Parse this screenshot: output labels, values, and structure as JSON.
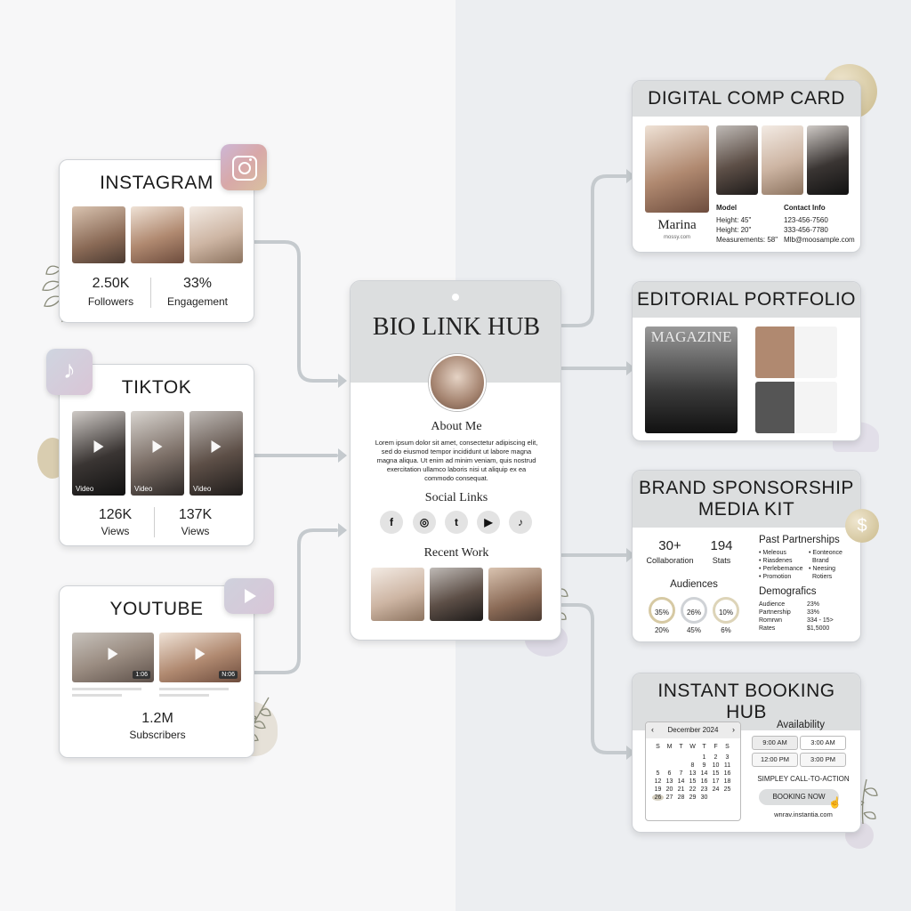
{
  "instagram": {
    "title": "INSTAGRAM",
    "stats": [
      {
        "value": "2.50K",
        "label": "Followers"
      },
      {
        "value": "33%",
        "label": "Engagement"
      }
    ]
  },
  "tiktok": {
    "title": "TIKTOK",
    "video_label": "Video",
    "stats": [
      {
        "value": "126K",
        "label": "Views"
      },
      {
        "value": "137K",
        "label": "Views"
      }
    ]
  },
  "youtube": {
    "title": "YOUTUBE",
    "durations": [
      "1:06",
      "N:06"
    ],
    "stats": [
      {
        "value": "1.2M",
        "label": "Subscribers"
      }
    ]
  },
  "hub": {
    "title": "BIO LINK HUB",
    "about_title": "About Me",
    "about_text": "Lorem ipsum dolor sit amet, consectetur adipiscing elit, sed do eiusmod tempor incididunt ut labore magna magna aliqua. Ut enim ad minim veniam, quis nostrud exercitation ullamco laboris nisi ut aliquip ex ea commodo consequat.",
    "social_title": "Social Links",
    "social_icons": [
      "f",
      "◎",
      "t",
      "▶",
      "♪"
    ],
    "recent_title": "Recent Work"
  },
  "comp_card": {
    "title": "DIGITAL COMP CARD",
    "name": "Marina",
    "site": "mossy.com",
    "model_heading": "Model",
    "model_lines": [
      "Height: 45\"",
      "Height: 20\"",
      "Measurements: 58\""
    ],
    "contact_heading": "Contact Info",
    "contact_lines": [
      "123-456-7560",
      "333-456-7780",
      "Mlb@moosample.com"
    ]
  },
  "editorial": {
    "title": "EDITORIAL PORTFOLIO",
    "magazine": "MAGAZINE"
  },
  "media_kit": {
    "title_line1": "BRAND SPONSORSHIP",
    "title_line2": "MEDIA KIT",
    "stats": [
      {
        "value": "30+",
        "label": "Collaboration"
      },
      {
        "value": "194",
        "label": "Stats"
      }
    ],
    "audiences_title": "Audiences",
    "rings": [
      {
        "pct": "35%",
        "below": "20%"
      },
      {
        "pct": "26%",
        "below": "45%"
      },
      {
        "pct": "10%",
        "below": "6%"
      }
    ],
    "partnerships_title": "Past Partnerships",
    "partnerships_left": [
      "• Meleous",
      "• Riasdenes",
      "• Perlebemance",
      "• Promotion"
    ],
    "partnerships_right": [
      "• Eonteonce",
      "Brand",
      "• Neesing",
      "Rotiers"
    ],
    "demographics_title": "Demografics",
    "demo_rows": [
      [
        "Audience",
        "23%"
      ],
      [
        "Partnership",
        "33%"
      ],
      [
        "Romrwn",
        "334 - 15>"
      ],
      [
        "Rates",
        "$1,5000"
      ]
    ]
  },
  "booking": {
    "title": "INSTANT BOOKING HUB",
    "month": "December 2024",
    "weekdays": [
      "S",
      "M",
      "T",
      "W",
      "T",
      "F",
      "S"
    ],
    "days": [
      "",
      "",
      "",
      "",
      "1",
      "2",
      "3",
      "",
      "",
      "",
      "8",
      "9",
      "10",
      "11",
      "5",
      "6",
      "7",
      "13",
      "14",
      "15",
      "16",
      "12",
      "13",
      "14",
      "15",
      "16",
      "17",
      "18",
      "19",
      "20",
      "21",
      "22",
      "23",
      "24",
      "25",
      "26",
      "27",
      "28",
      "29",
      "30",
      "",
      ""
    ],
    "availability_title": "Availability",
    "slots": [
      "9:00 AM",
      "3:00 AM",
      "12:00 PM",
      "3:00 PM"
    ],
    "cta_title": "SIMPLEY CALL-TO-ACTION",
    "button": "BOOKING NOW",
    "url": "wnrav.instantia.com"
  },
  "icons": [
    "instagram-icon",
    "tiktok-icon",
    "youtube-icon",
    "dollar-icon",
    "leaf-icon",
    "cursor-icon"
  ],
  "colors": {
    "accent_gold": "#c9b98a",
    "card_header": "#dcdedf",
    "connector": "#c5cace"
  }
}
